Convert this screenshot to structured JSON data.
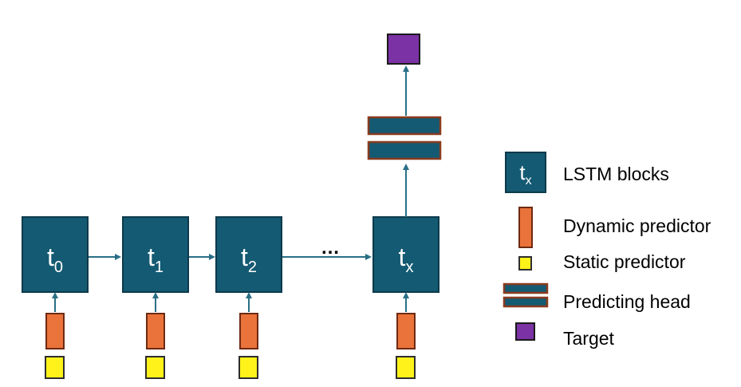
{
  "colors": {
    "lstm_fill": "#145a72",
    "lstm_stroke": "#0b3a4b",
    "dynamic_fill": "#e9733a",
    "dynamic_stroke": "#6e2a12",
    "static_fill": "#fff21a",
    "static_stroke": "#2e2e2e",
    "head_fill": "#145a72",
    "head_stroke": "#8a3b1e",
    "target_fill": "#7b32a5",
    "target_stroke": "#1a1a1a",
    "arrow": "#2a6f86"
  },
  "blocks": [
    {
      "base": "t",
      "sub": "0"
    },
    {
      "base": "t",
      "sub": "1"
    },
    {
      "base": "t",
      "sub": "2"
    },
    {
      "base": "t",
      "sub": "x"
    }
  ],
  "ellipsis": "…",
  "legend": {
    "lstm_icon": {
      "base": "t",
      "sub": "x"
    },
    "lstm_label": "LSTM blocks",
    "dynamic_label": "Dynamic predictor",
    "static_label": "Static predictor",
    "head_label": "Predicting head",
    "target_label": "Target"
  }
}
